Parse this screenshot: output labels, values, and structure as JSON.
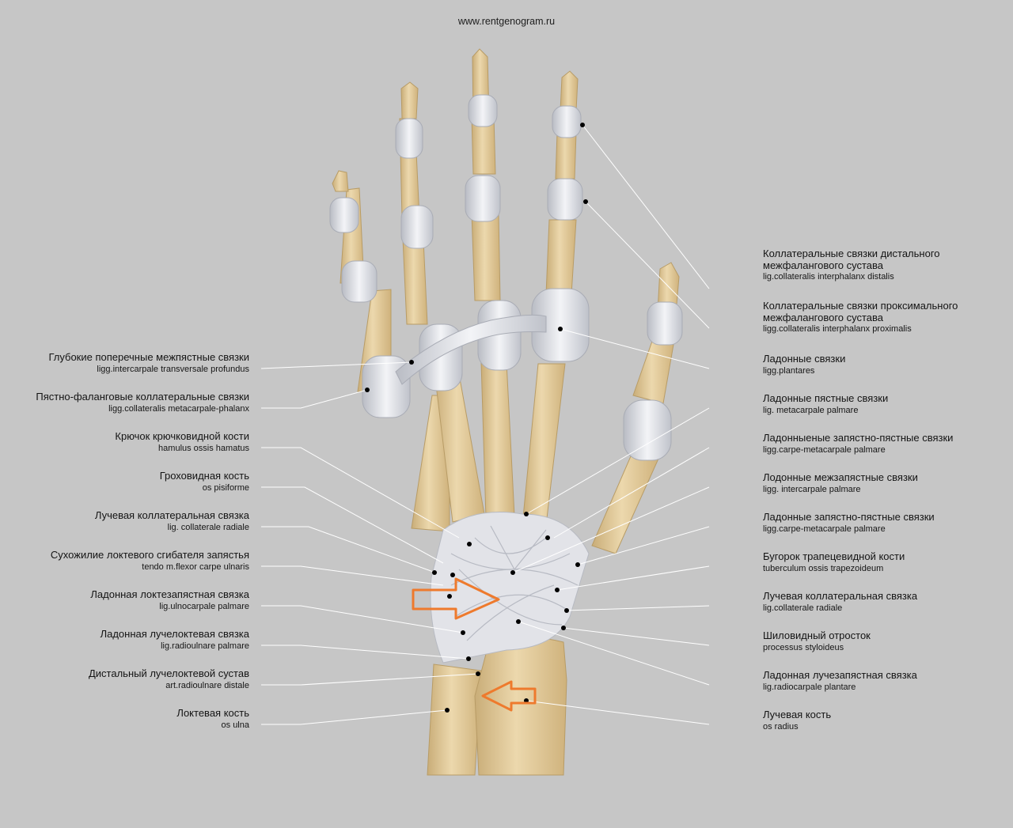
{
  "site": "www.rentgenogram.ru",
  "colors": {
    "background": "#c6c6c6",
    "bone": "#e6cf9f",
    "bone_shadow": "#c9ad78",
    "ligament": "#e9eaee",
    "ligament_shadow": "#b9bcc4",
    "leader_line": "#ffffff",
    "marker": "#000000",
    "arrow": "#ee7a2d"
  },
  "labels_left": [
    {
      "ru": "Глубокие поперечные межпястные связки",
      "lat": "ligg.intercarpale transversale profundus"
    },
    {
      "ru": "Пястно-фаланговые коллатеральные связки",
      "lat": "ligg.collateralis metacarpale-phalanx"
    },
    {
      "ru": "Крючок крючковидной кости",
      "lat": "hamulus ossis hamatus"
    },
    {
      "ru": "Гроховидная кость",
      "lat": "os pisiforme"
    },
    {
      "ru": "Лучевая коллатеральная связка",
      "lat": "lig. collaterale radiale"
    },
    {
      "ru": "Сухожилие локтевого сгибателя запястья",
      "lat": "tendo m.flexor carpe ulnaris"
    },
    {
      "ru": "Ладонная локтезапястная связка",
      "lat": "lig.ulnocarpale palmare"
    },
    {
      "ru": "Ладонная лучелоктевая связка",
      "lat": "lig.radioulnare palmare"
    },
    {
      "ru": "Дистальный лучелоктевой сустав",
      "lat": "art.radioulnare distale"
    },
    {
      "ru": "Локтевая кость",
      "lat": "os ulna"
    }
  ],
  "labels_right": [
    {
      "ru": "Коллатеральные связки дистального\nмежфалангового сустава",
      "lat": "lig.collateralis interphalanx distalis"
    },
    {
      "ru": "Коллатеральные связки проксимального\nмежфалангового сустава",
      "lat": "ligg.collateralis interphalanx proximalis"
    },
    {
      "ru": "Ладонные связки",
      "lat": "ligg.plantares"
    },
    {
      "ru": "Ладонные пястные связки",
      "lat": "lig. metacarpale palmare"
    },
    {
      "ru": "Ладонныеные запястно-пястные связки",
      "lat": "ligg.carpe-metacarpale palmare"
    },
    {
      "ru": "Лодонные межзапястные связки",
      "lat": "ligg. intercarpale palmare"
    },
    {
      "ru": "Ладонные запястно-пястные связки",
      "lat": "ligg.carpe-metacarpale palmare"
    },
    {
      "ru": "Бугорок трапецевидной кости",
      "lat": "tuberculum ossis trapezoideum"
    },
    {
      "ru": "Лучевая коллатеральная связка",
      "lat": "lig.collaterale radiale"
    },
    {
      "ru": "Шиловидный отросток",
      "lat": "processus styloideus"
    },
    {
      "ru": "Ладонная лучезапястная связка",
      "lat": "lig.radiocarpale plantare"
    },
    {
      "ru": "Лучевая кость",
      "lat": "os radius"
    }
  ]
}
